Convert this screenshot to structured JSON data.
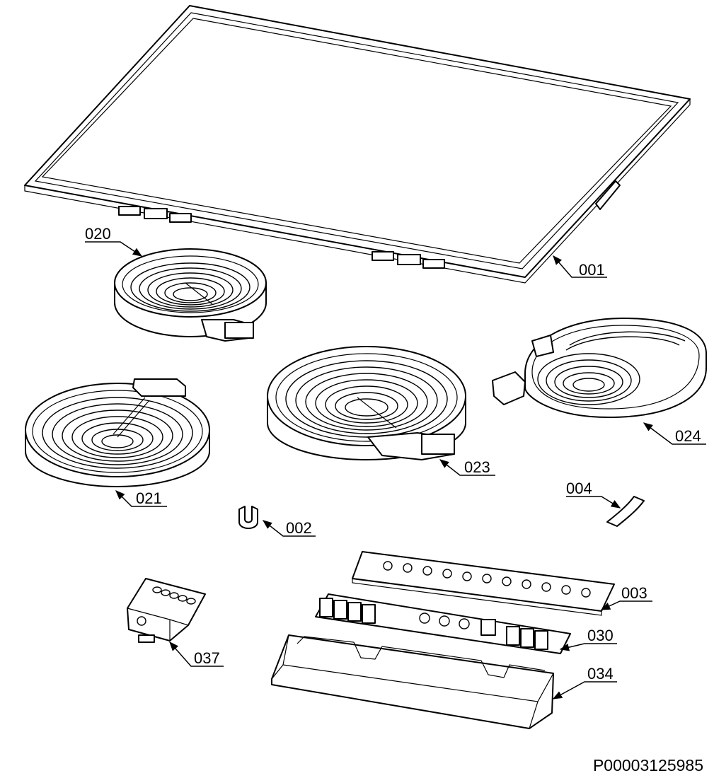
{
  "diagram": {
    "labels": {
      "p001": "001",
      "p002": "002",
      "p003": "003",
      "p004": "004",
      "p020": "020",
      "p021": "021",
      "p023": "023",
      "p024": "024",
      "p030": "030",
      "p034": "034",
      "p037": "037"
    },
    "document_id": "P00003125985"
  }
}
